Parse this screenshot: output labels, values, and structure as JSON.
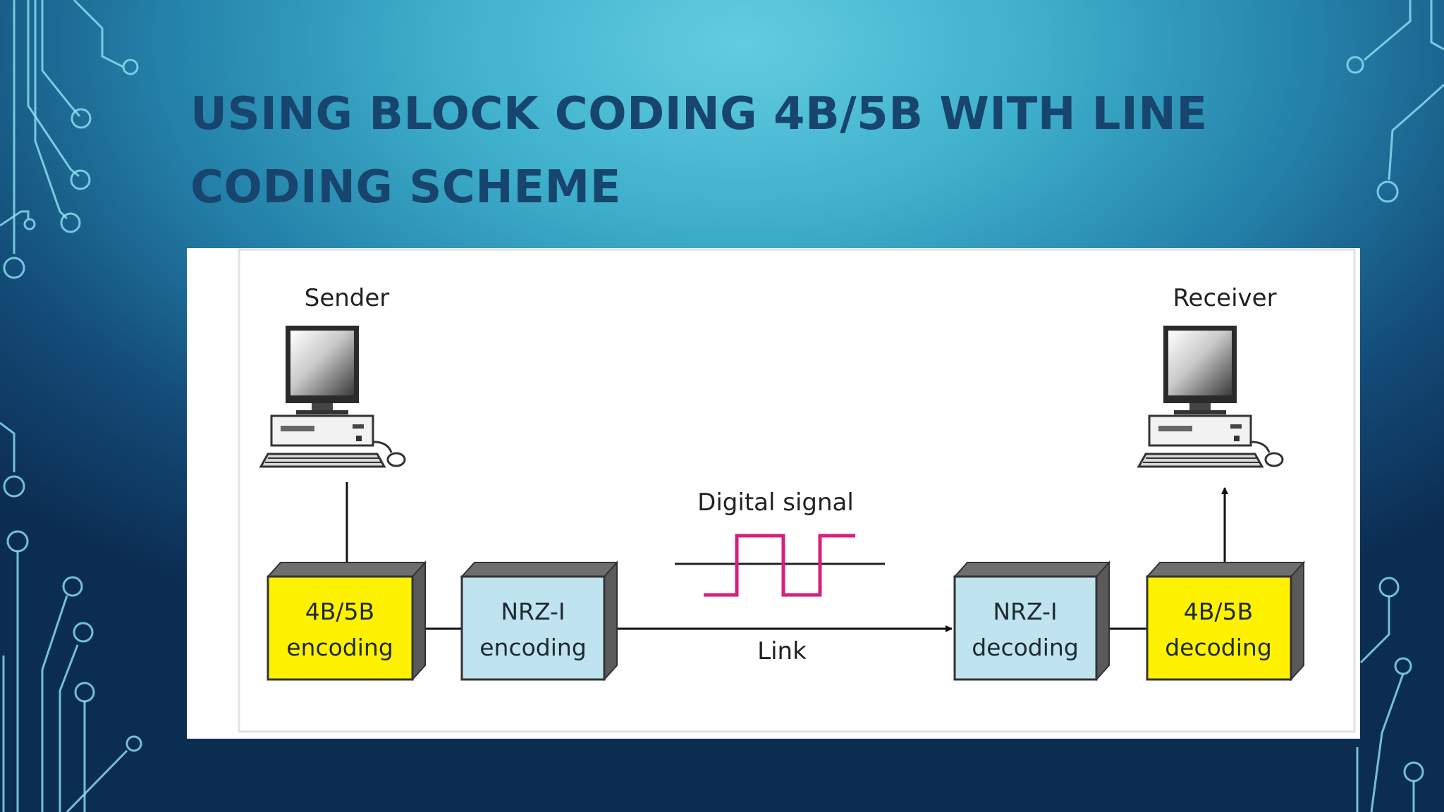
{
  "slide": {
    "title": "USING BLOCK CODING 4B/5B WITH LINE CODING SCHEME"
  },
  "diagram": {
    "sender_label": "Sender",
    "receiver_label": "Receiver",
    "signal_label": "Digital signal",
    "link_label": "Link",
    "blocks": {
      "enc_4b5b": {
        "line1": "4B/5B",
        "line2": "encoding"
      },
      "enc_nrz": {
        "line1": "NRZ-I",
        "line2": "encoding"
      },
      "dec_nrz": {
        "line1": "NRZ-I",
        "line2": "decoding"
      },
      "dec_4b5b": {
        "line1": "4B/5B",
        "line2": "decoding"
      }
    },
    "colors": {
      "block_4b5b": "#fff200",
      "block_nrz": "#bfe3ef",
      "signal": "#d6207e"
    }
  }
}
